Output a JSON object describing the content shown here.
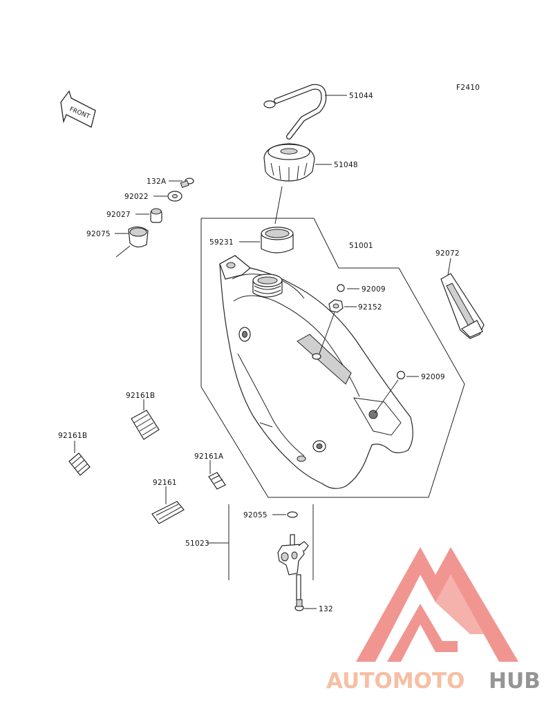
{
  "figure_code": "F2410",
  "front_label": "FRONT",
  "parts": [
    {
      "id": "p51044",
      "number": "51044"
    },
    {
      "id": "p51048",
      "number": "51048"
    },
    {
      "id": "p132A",
      "number": "132A"
    },
    {
      "id": "p92022",
      "number": "92022"
    },
    {
      "id": "p92027",
      "number": "92027"
    },
    {
      "id": "p92075",
      "number": "92075"
    },
    {
      "id": "p59231",
      "number": "59231"
    },
    {
      "id": "p51001",
      "number": "51001"
    },
    {
      "id": "p92072",
      "number": "92072"
    },
    {
      "id": "p92009a",
      "number": "92009"
    },
    {
      "id": "p92152",
      "number": "92152"
    },
    {
      "id": "p92009b",
      "number": "92009"
    },
    {
      "id": "p92161Ba",
      "number": "92161B"
    },
    {
      "id": "p92161Bb",
      "number": "92161B"
    },
    {
      "id": "p92161A",
      "number": "92161A"
    },
    {
      "id": "p92161",
      "number": "92161"
    },
    {
      "id": "p92055",
      "number": "92055"
    },
    {
      "id": "p51023",
      "number": "51023"
    },
    {
      "id": "p132",
      "number": "132"
    }
  ],
  "watermark": {
    "brand_part1": "AUTOMOTO",
    "brand_part2": "HUB",
    "color_primary": "#f08a86",
    "color_accent": "#f6b99a",
    "color_text2": "#8a8a8a"
  }
}
